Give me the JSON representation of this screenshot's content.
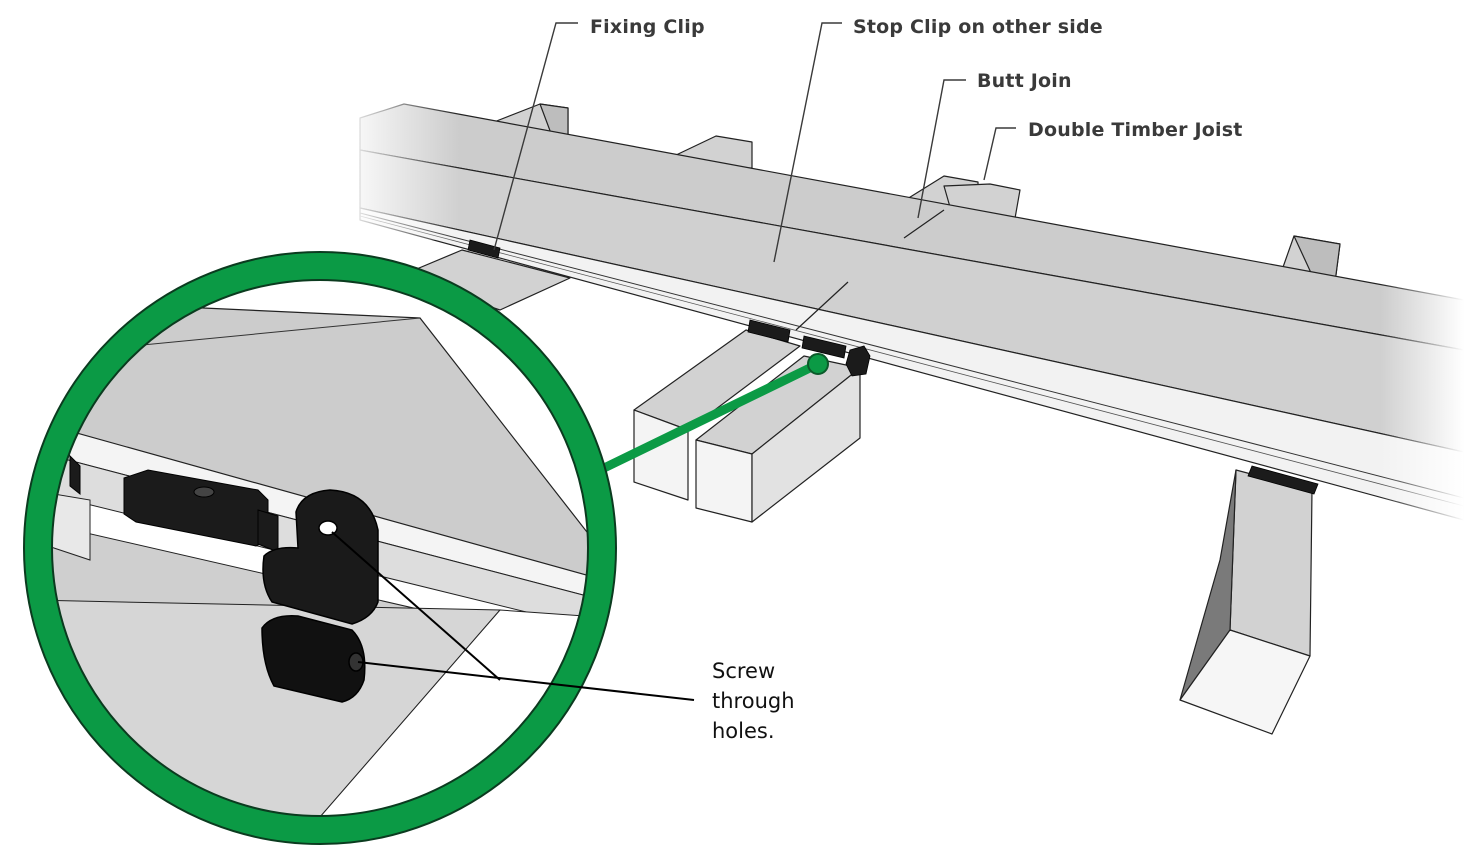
{
  "callouts": {
    "fixing_clip": "Fixing Clip",
    "stop_clip": "Stop Clip on other side",
    "butt_join": "Butt Join",
    "double_timber_joist": "Double Timber Joist"
  },
  "inset": {
    "note_lines": [
      "Screw",
      "through",
      "holes."
    ]
  },
  "colors": {
    "board": "#cfcfcf",
    "board_side": "#e6e6e6",
    "joist_top": "#d2d2d2",
    "joist_side": "#f4f4f4",
    "clip": "#1b1b1b",
    "magnifier_ring": "#0b9a45",
    "leader": "#3a3a3a"
  }
}
